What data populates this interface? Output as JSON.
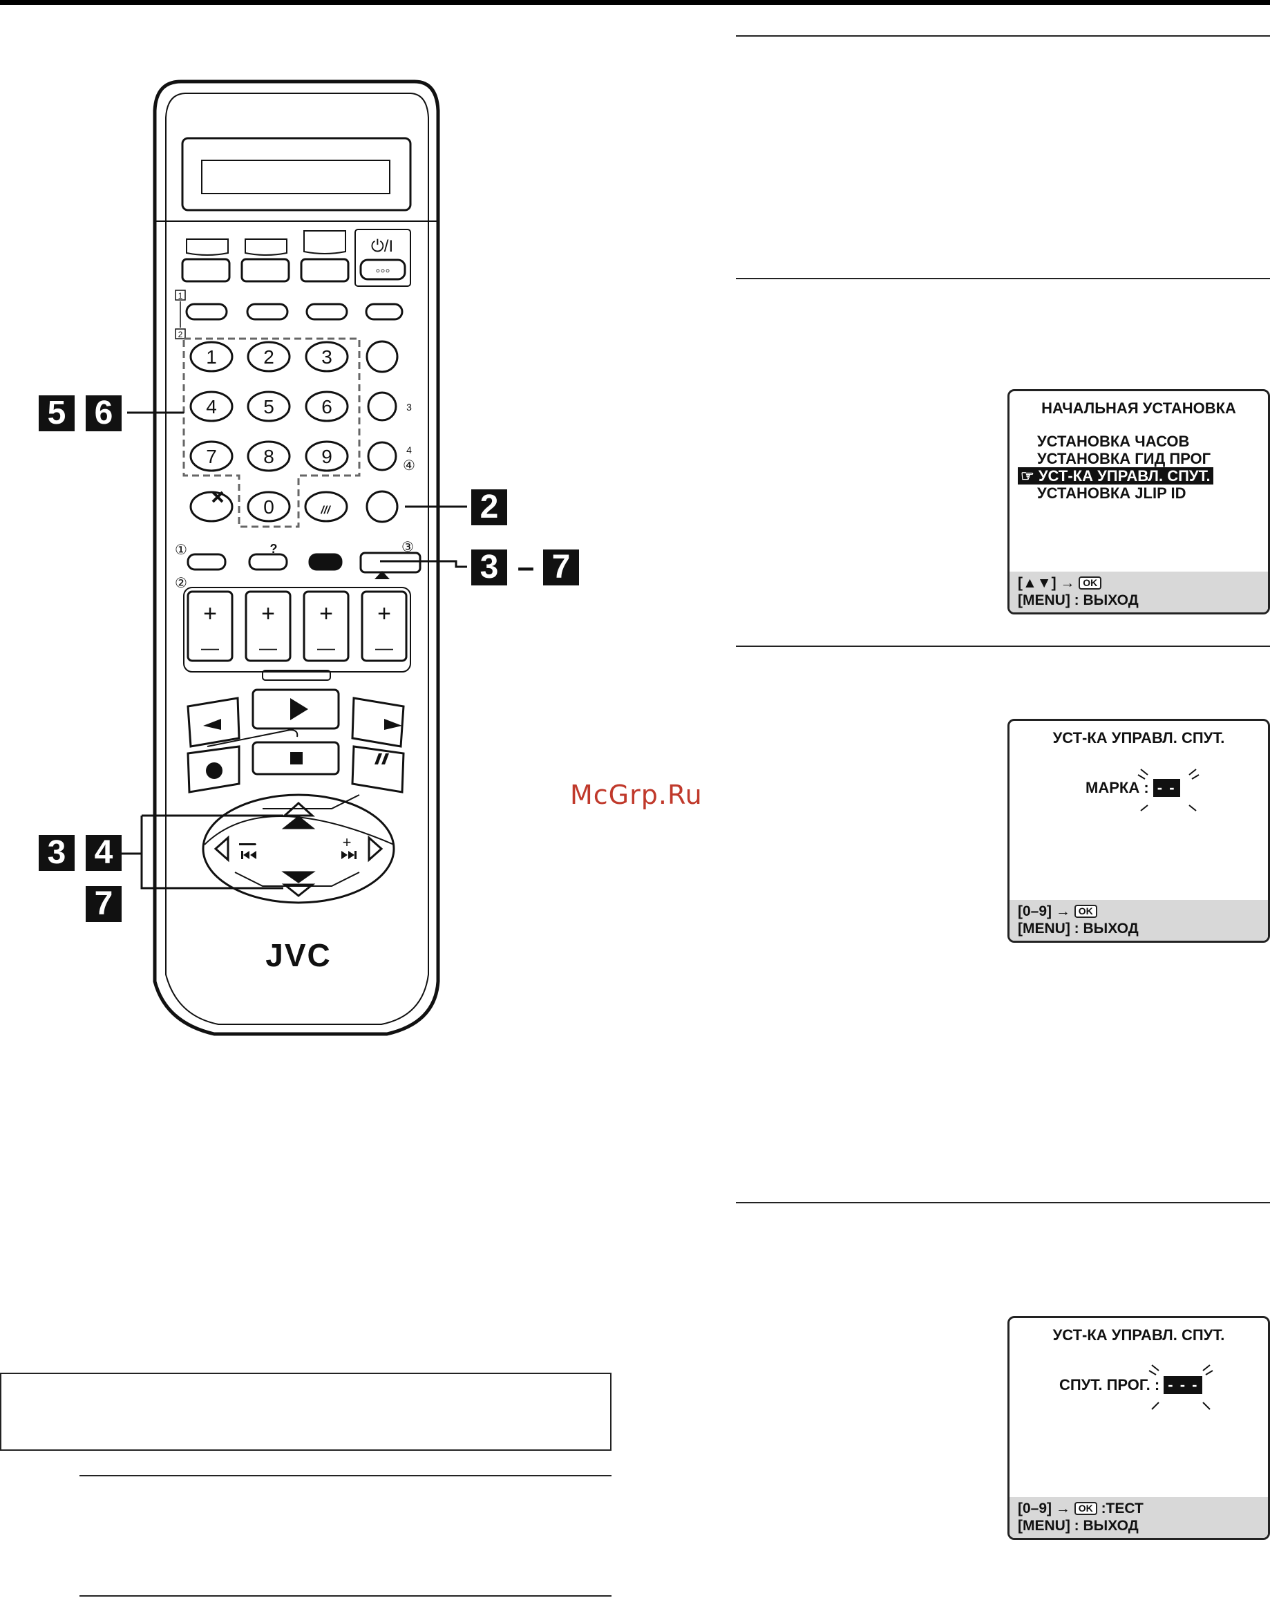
{
  "remote": {
    "brand": "JVC",
    "keys": {
      "k1": "1",
      "k2": "2",
      "k3": "3",
      "k4": "4",
      "k5": "5",
      "k6": "6",
      "k7": "7",
      "k8": "8",
      "k9": "9",
      "k0": "0",
      "power": "⏻/I",
      "dots": "◦◦◦",
      "minus_label": "—",
      "plus_label": "+"
    },
    "side_marks": {
      "m1": "1",
      "m2": "2",
      "m3": "3",
      "m4": "4",
      "c1": "①",
      "c2": "②",
      "c3": "③",
      "c4": "④"
    }
  },
  "steps": {
    "s56a": "5",
    "s56b": "6",
    "s2": "2",
    "s37a": "3",
    "s37dash": "–",
    "s37b": "7",
    "s34a": "3",
    "s34b": "4",
    "s7": "7"
  },
  "osd1": {
    "title": "НАЧАЛЬНАЯ УСТАНОВКА",
    "items": [
      "УСТАНОВКА ЧАСОВ",
      "УСТАНОВКА ГИД ПРОГ",
      "УСТ-КА УПРАВЛ. СПУТ.",
      "УСТАНОВКА JLIP ID"
    ],
    "selected_marker": "☞",
    "foot_keys": "[▲▼]",
    "foot_arrow": "→",
    "ok": "OK",
    "foot_exit": "[MENU] : ВЫХОД"
  },
  "osd2": {
    "title": "УСТ-КА УПРАВЛ. СПУТ.",
    "label": "МАРКА :",
    "value": "- -",
    "foot_keys": "[0–9]",
    "foot_arrow": "→",
    "ok": "OK",
    "foot_exit": "[MENU] : ВЫХОД"
  },
  "osd3": {
    "title": "УСТ-КА УПРАВЛ. СПУТ.",
    "label": "СПУТ. ПРОГ. :",
    "value": "- - -",
    "foot_keys": "[0–9]",
    "foot_arrow": "→",
    "ok": "OK",
    "foot_test": ":ТЕСТ",
    "foot_exit": "[MENU] : ВЫХОД"
  },
  "watermark": "McGrp.Ru"
}
